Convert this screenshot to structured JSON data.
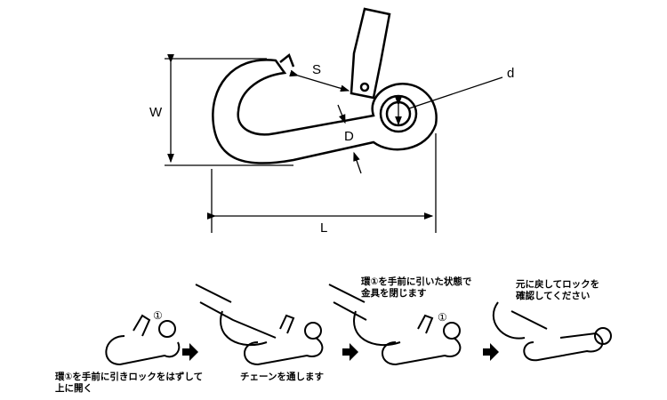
{
  "dimensions": {
    "S": "S",
    "W": "W",
    "d": "d",
    "D": "D",
    "L": "L"
  },
  "ring_marker": "①",
  "steps": [
    {
      "caption_line1": "環①を手前に引きロックをはずして",
      "caption_line2": "上に開く"
    },
    {
      "caption_line1": "チェーンを通します",
      "caption_line2": ""
    },
    {
      "caption_line1": "環①を手前に引いた状態で",
      "caption_line2": "金具を閉じます"
    },
    {
      "caption_line1": "元に戻してロックを",
      "caption_line2": "確認してください"
    }
  ]
}
